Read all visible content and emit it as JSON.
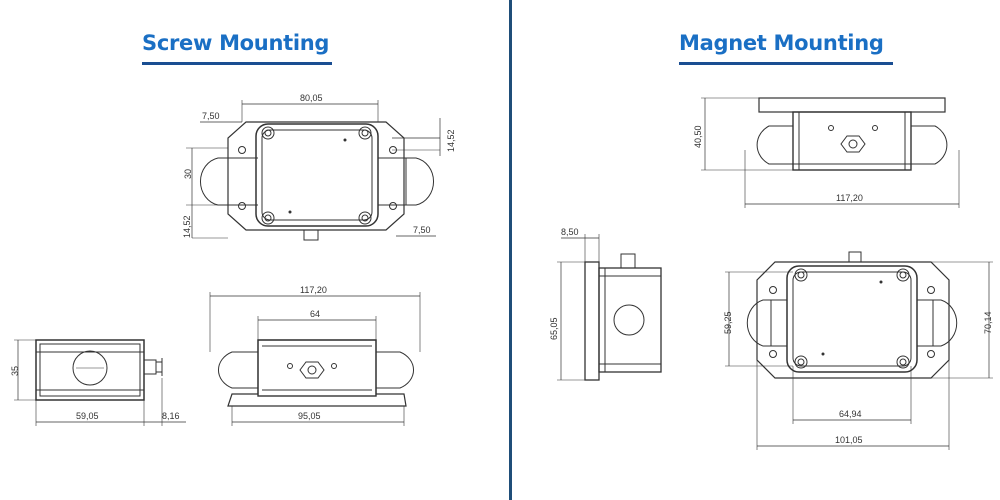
{
  "screw": {
    "title": "Screw Mounting",
    "dims": {
      "top_width": "80,05",
      "flange_left": "7,50",
      "ear_right": "14,52",
      "height": "30",
      "ear_left": "14,52",
      "flange_right": "7,50",
      "side_width": "59,05",
      "side_connector": "8,16",
      "side_height": "35",
      "front_overall": "117,20",
      "front_center": "64",
      "front_base": "95,05"
    }
  },
  "magnet": {
    "title": "Magnet Mounting",
    "dims": {
      "top_height": "40,50",
      "top_width": "117,20",
      "side_depth": "8,50",
      "side_height": "65,05",
      "front_inner_height": "59,25",
      "front_outer_height": "70,14",
      "front_inner_width": "64,94",
      "front_outer_width": "101,05"
    }
  },
  "colors": {
    "heading": "#1a6fc4",
    "underline": "#1a4e92",
    "divider": "#1f4e79",
    "line": "#333333"
  }
}
